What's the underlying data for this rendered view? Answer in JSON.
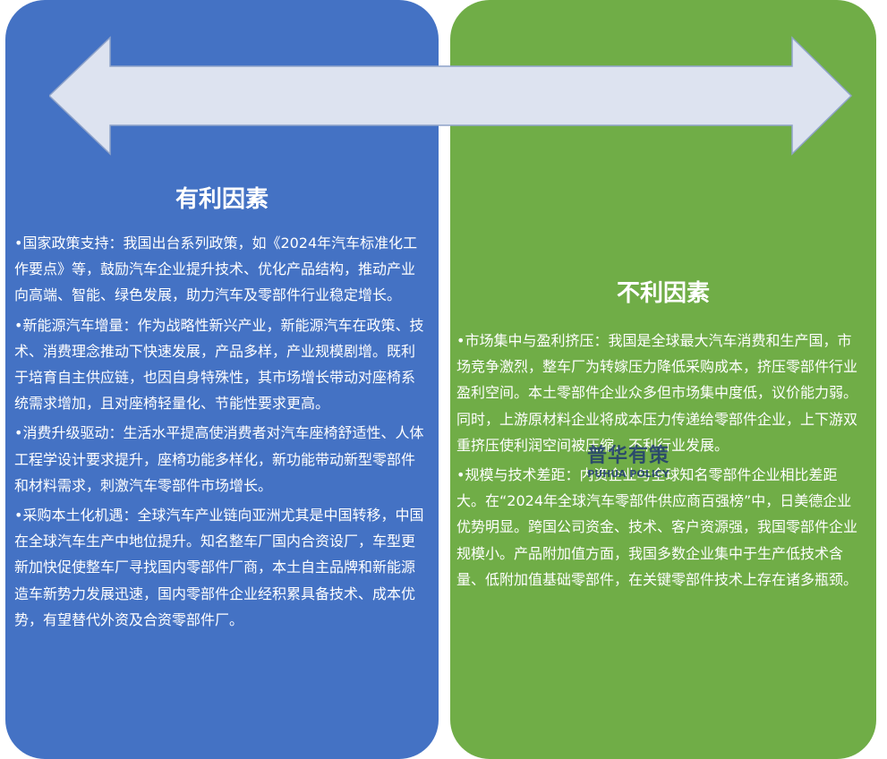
{
  "left_panel": {
    "heading": "有利因素",
    "color": "#4472c4",
    "items": [
      {
        "text": "国家政策支持：我国出台系列政策，如《2024年汽车标准化工作要点》等，鼓励汽车企业提升技术、优化产品结构，推动产业向高端、智能、绿色发展，助力汽车及零部件行业稳定增长。"
      },
      {
        "text": "新能源汽车增量：作为战略性新兴产业，新能源汽车在政策、技术、消费理念推动下快速发展，产品多样，产业规模剧增。既利于培育自主供应链，也因自身特殊性，其市场增长带动对座椅系统需求增加，且对座椅轻量化、节能性要求更高。"
      },
      {
        "text": "消费升级驱动：生活水平提高使消费者对汽车座椅舒适性、人体工程学设计要求提升，座椅功能多样化，新功能带动新型零部件和材料需求，刺激汽车零部件市场增长。"
      },
      {
        "text": "采购本土化机遇：全球汽车产业链向亚洲尤其是中国转移，中国在全球汽车生产中地位提升。知名整车厂国内合资设厂，车型更新加快促使整车厂寻找国内零部件厂商，本土自主品牌和新能源造车新势力发展迅速，国内零部件企业经积累具备技术、成本优势，有望替代外资及合资零部件厂。"
      }
    ]
  },
  "right_panel": {
    "heading": "不利因素",
    "color": "#70ad47",
    "items": [
      {
        "text": "市场集中与盈利挤压：我国是全球最大汽车消费和生产国，市场竞争激烈，整车厂为转嫁压力降低采购成本，挤压零部件行业盈利空间。本土零部件企业众多但市场集中度低，议价能力弱。同时，上游原材料企业将成本压力传递给零部件企业，上下游双重挤压使利润空间被压缩，不利行业发展。"
      },
      {
        "text": "规模与技术差距：内资企业与全球知名零部件企业相比差距大。在“2024年全球汽车零部件供应商百强榜”中，日美德企业优势明显。跨国公司资金、技术、客户资源强，我国零部件企业规模小。产品附加值方面，我国多数企业集中于生产低技术含量、低附加值基础零部件，在关键零部件技术上存在诸多瓶颈。"
      }
    ]
  },
  "bullet_char": "•",
  "arrow": {
    "icon": "double-headed-arrow-icon",
    "fill": "#dde3f0",
    "stroke": "#8fa3c9"
  },
  "watermark": {
    "cn": "普华有策",
    "en": "PUHUA POLICY"
  }
}
